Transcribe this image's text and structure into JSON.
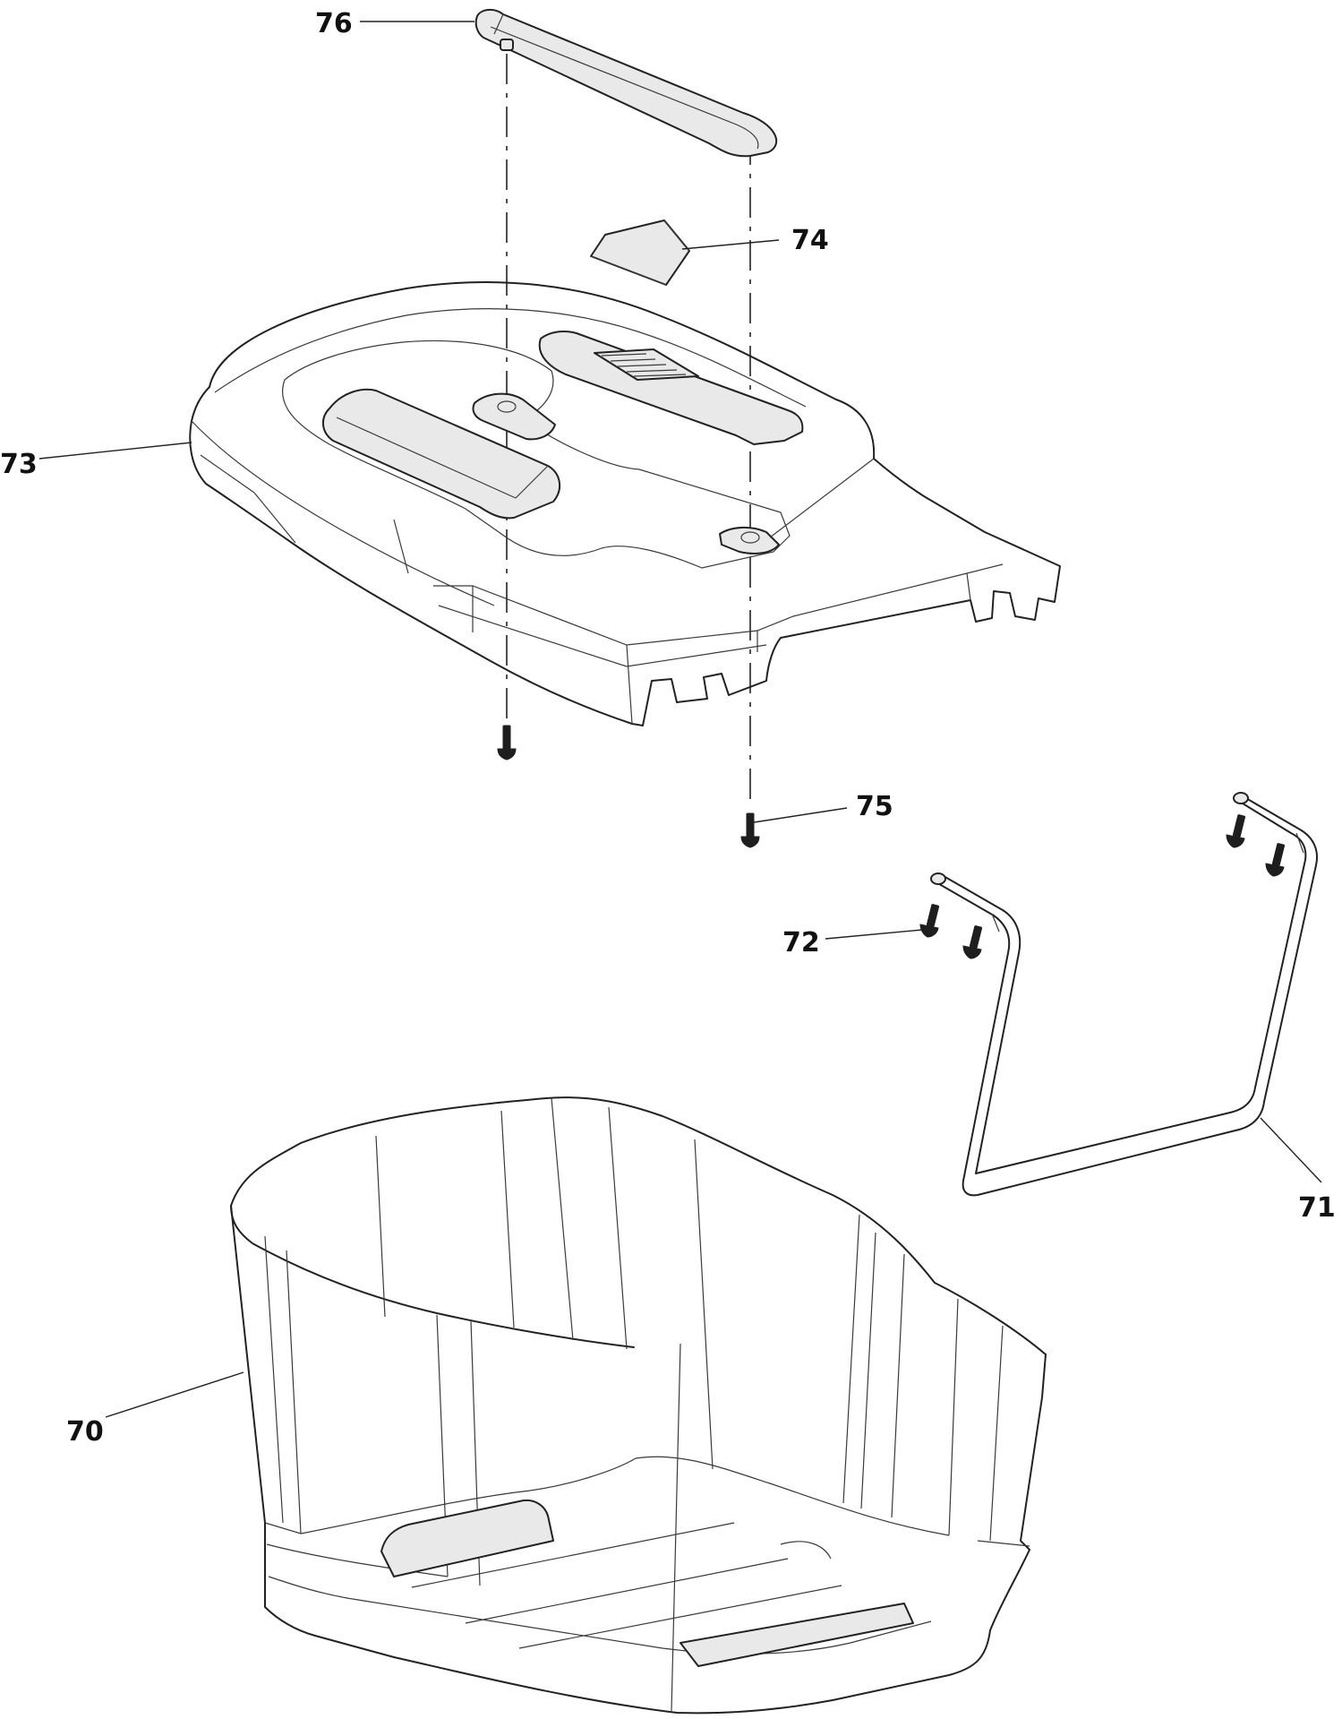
{
  "callouts": [
    {
      "id": "p70",
      "label": "70"
    },
    {
      "id": "p71",
      "label": "71"
    },
    {
      "id": "p72",
      "label": "72"
    },
    {
      "id": "p73",
      "label": "73"
    },
    {
      "id": "p74",
      "label": "74"
    },
    {
      "id": "p75",
      "label": "75"
    },
    {
      "id": "p76",
      "label": "76"
    }
  ],
  "colors": {
    "line": "#222222",
    "background": "#ffffff",
    "shade": "#e9e9e9"
  }
}
